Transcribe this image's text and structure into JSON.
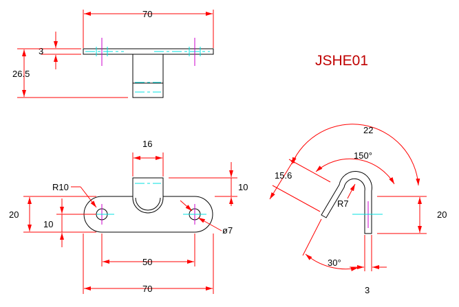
{
  "title": "JSHE01",
  "colors": {
    "dimension": "#ff0000",
    "outline": "#000000",
    "centerline": "#00e0e0",
    "hole_axis": "#cc00cc",
    "title": "#c00000"
  },
  "top_view": {
    "width_label": "70",
    "thickness_label": "3",
    "height_label": "26.5"
  },
  "front_view": {
    "tab_width_label": "16",
    "tab_height_label": "10",
    "radius_label": "R10",
    "height_label": "20",
    "hole_offset_label": "10",
    "hole_spacing_label": "50",
    "width_label": "70",
    "hole_dia_label": "ø7"
  },
  "side_view": {
    "arc_length_label": "22",
    "angle_label": "150°",
    "length_label": "15.6",
    "bend_radius_label": "R7",
    "height_label": "20",
    "base_angle_label": "30°",
    "thickness_label": "3"
  }
}
